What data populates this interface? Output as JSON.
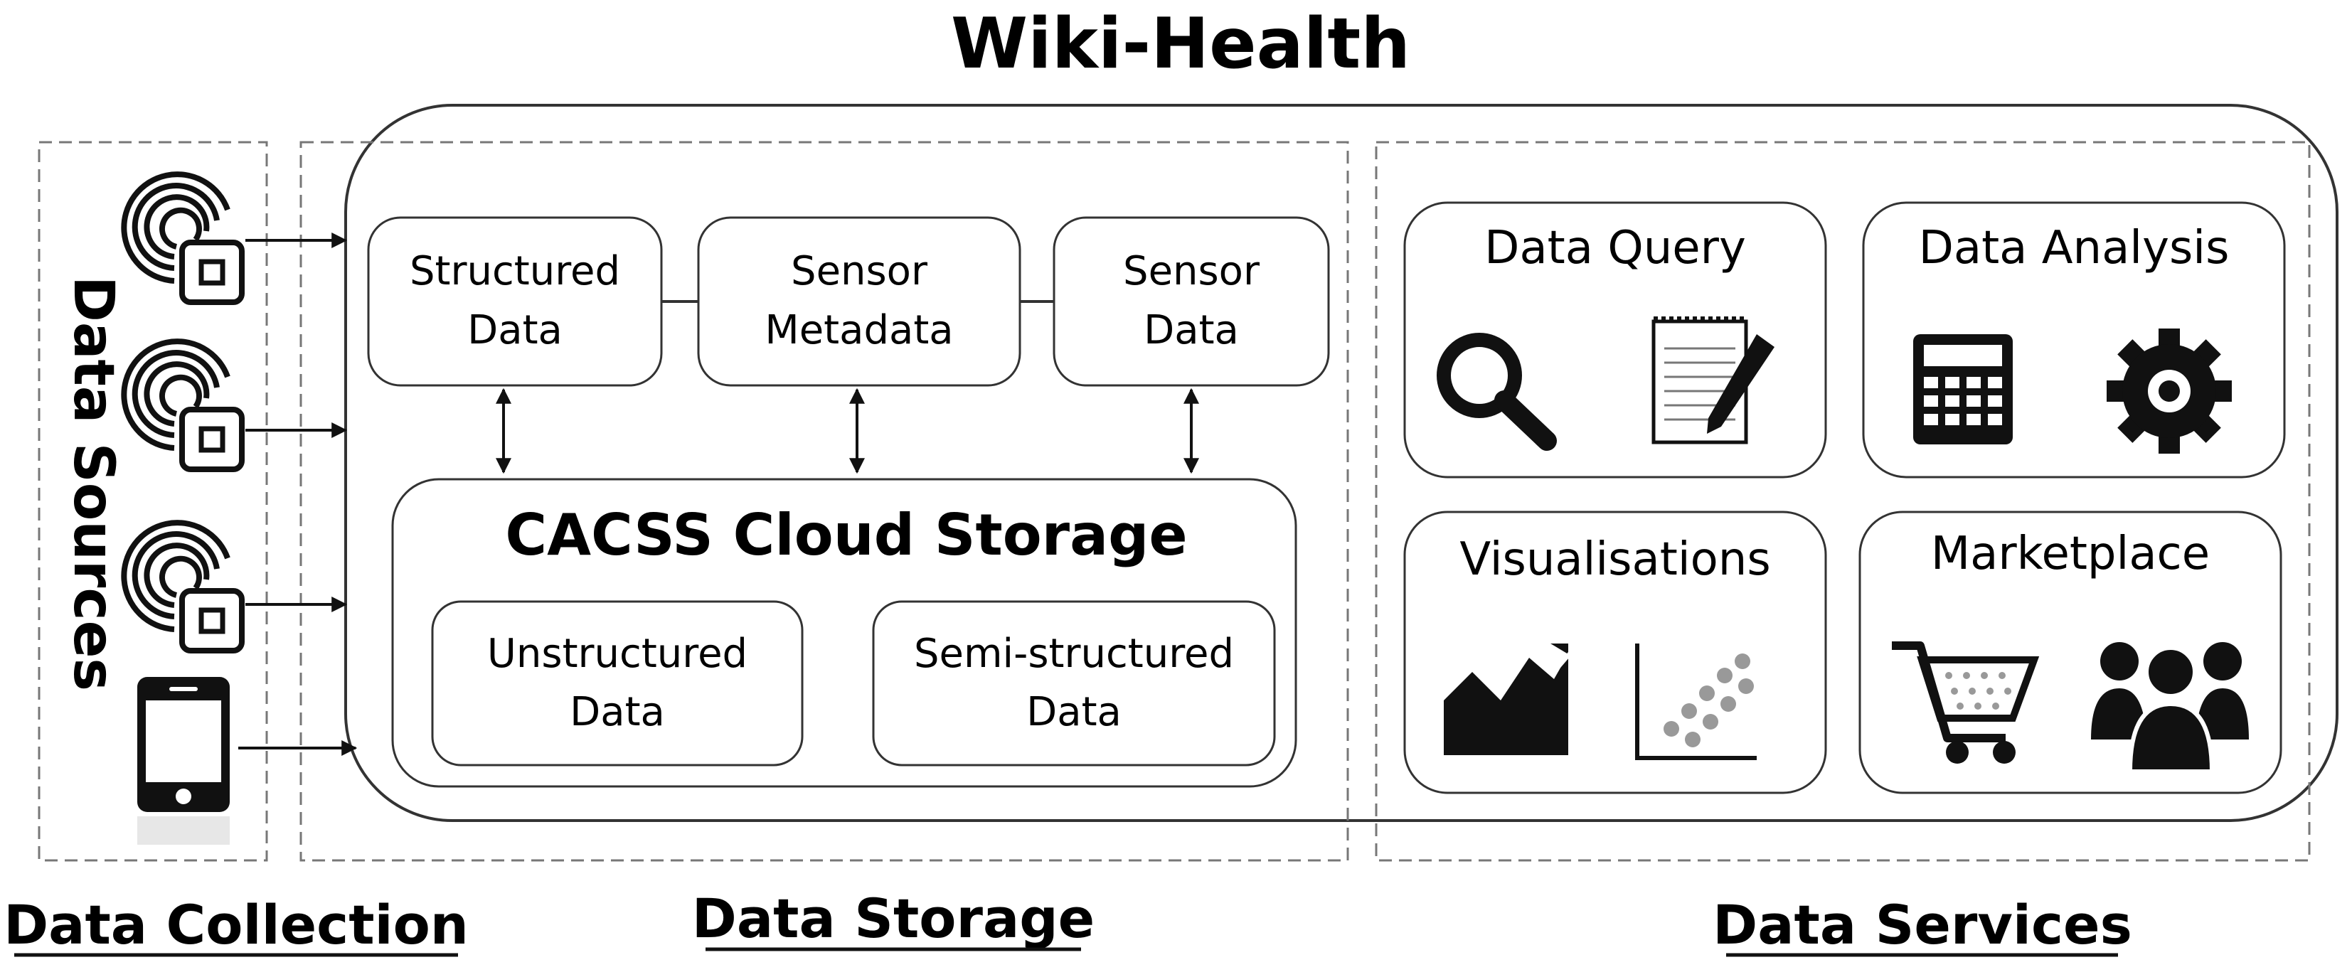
{
  "title": "Wiki-Health",
  "sections": {
    "collection": "Data Collection",
    "storage": "Data Storage",
    "services": "Data Services"
  },
  "sources_label": "Data Sources",
  "storage_boxes": {
    "structured": [
      "Structured",
      "Data"
    ],
    "metadata": [
      "Sensor",
      "Metadata"
    ],
    "sensor": [
      "Sensor",
      "Data"
    ]
  },
  "cloud": {
    "title": "CACSS Cloud Storage",
    "unstructured": [
      "Unstructured",
      "Data"
    ],
    "semi": [
      "Semi-structured",
      "Data"
    ]
  },
  "services": {
    "query": "Data Query",
    "analysis": "Data Analysis",
    "visualisations": "Visualisations",
    "marketplace": "Marketplace"
  },
  "colors": {
    "line": "#333333",
    "dash": "#777777",
    "icon": "#111111",
    "text": "#111111"
  },
  "icons": [
    "sensor-icon",
    "mobile-phone-icon",
    "magnifier-icon",
    "notepad-pen-icon",
    "calculator-icon",
    "gear-icon",
    "area-chart-icon",
    "scatter-plot-icon",
    "shopping-cart-icon",
    "people-icon"
  ]
}
